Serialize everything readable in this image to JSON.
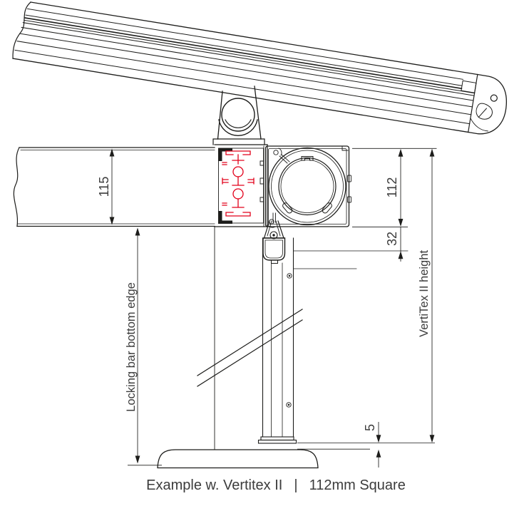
{
  "drawing": {
    "dimensions": {
      "beam_height": "115",
      "cassette_height": "112",
      "exit_bracket": "32",
      "base_clearance": "5"
    },
    "labels": {
      "locking_bar": "Locking bar bottom edge",
      "system_height": "VertiTex II height"
    },
    "caption_left": "Example w. Vertitex II",
    "caption_sep": "|",
    "caption_right": "112mm Square",
    "colors": {
      "line": "#1d1d1b",
      "accent_red": "#e2001a",
      "text": "#3c3c3c",
      "background": "#ffffff"
    }
  }
}
